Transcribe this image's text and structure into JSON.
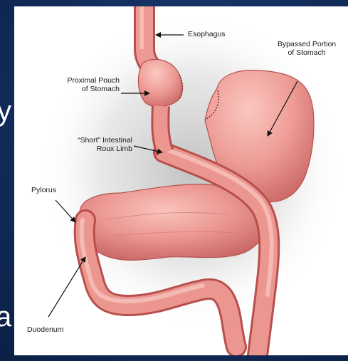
{
  "diagram": {
    "labels": {
      "esophagus": "Esophagus",
      "bypassed_portion": "Bypassed Portion\nof Stomach",
      "proximal_pouch": "Proximal Pouch\nof Stomach",
      "roux_limb": "“Short” Intestinal\nRoux Limb",
      "pylorus": "Pylorus",
      "duodenum": "Duodenum"
    }
  },
  "background_slide": {
    "partial_chars": [
      "y",
      "a"
    ]
  },
  "colors": {
    "slide_background": "#0f2a55",
    "tissue": "#e98c8a",
    "tissue_dark": "#c05a58",
    "tissue_light": "#f6bcb6"
  }
}
